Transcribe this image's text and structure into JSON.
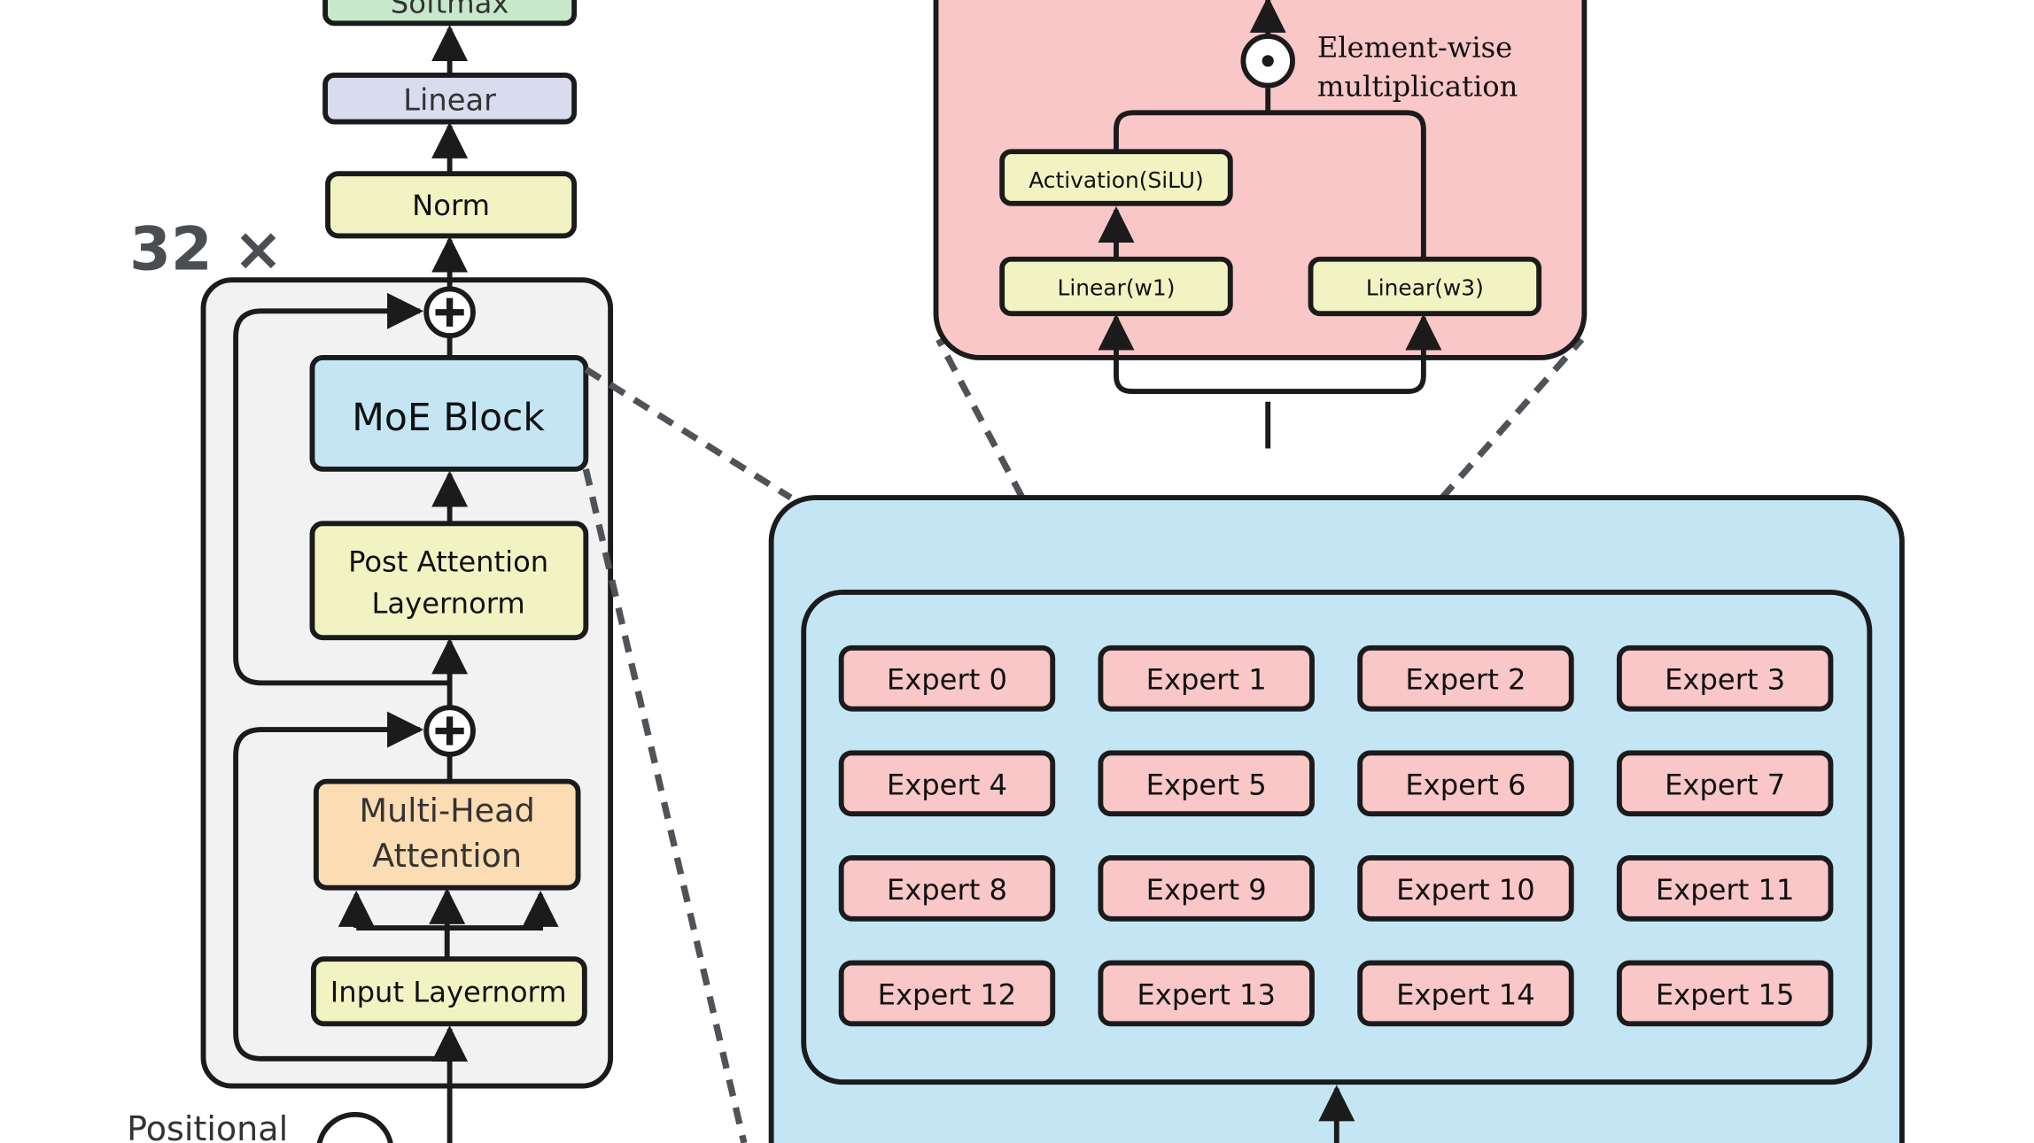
{
  "decoder": {
    "layer_count": "32 ×",
    "softmax": "Softmax",
    "linear": "Linear",
    "norm": "Norm",
    "moe_block": "MoE Block",
    "post_attention_layernorm": [
      "Post Attention",
      "Layernorm"
    ],
    "multi_head_attention": [
      "Multi-Head",
      "Attention"
    ],
    "input_layernorm": "Input Layernorm",
    "positional": "Positional"
  },
  "expert_detail": {
    "element_wise": [
      "Element-wise",
      "multiplication"
    ],
    "activation": "Activation(SiLU)",
    "linear_w1": "Linear(w1)",
    "linear_w3": "Linear(w3)"
  },
  "experts": [
    "Expert 0",
    "Expert 1",
    "Expert 2",
    "Expert 3",
    "Expert 4",
    "Expert 5",
    "Expert 6",
    "Expert 7",
    "Expert 8",
    "Expert 9",
    "Expert 10",
    "Expert 11",
    "Expert 12",
    "Expert 13",
    "Expert 14",
    "Expert 15"
  ],
  "colors": {
    "yellow": "#f1f4c2",
    "blue": "#c4e6f4",
    "pink": "#f9c7c8",
    "orange": "#fcdcb2",
    "lavender": "#d9dbef",
    "green": "#c8e8cc",
    "gray_panel": "#f2f2f2",
    "stroke": "#1b1b1b",
    "dash": "#4f5358",
    "counter": "#4a4d52"
  }
}
